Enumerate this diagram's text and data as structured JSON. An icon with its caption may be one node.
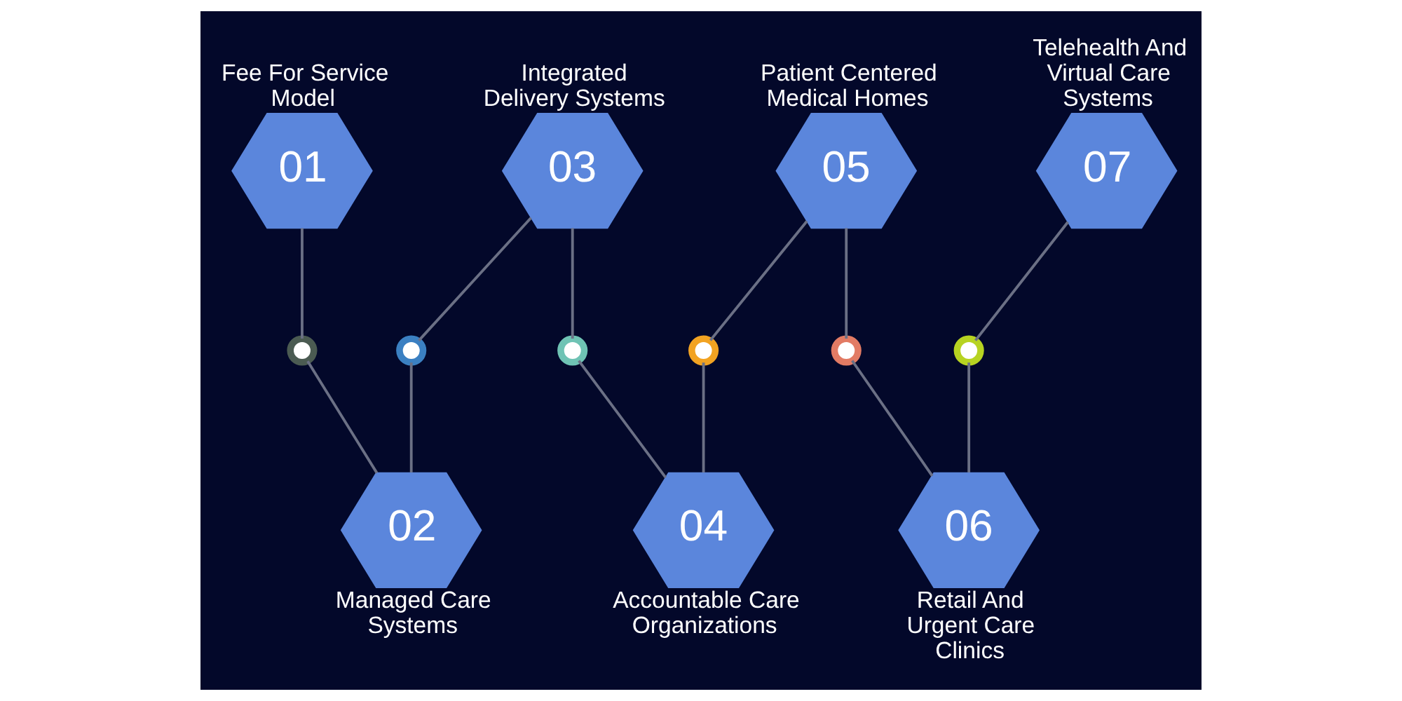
{
  "diagram": {
    "nodes": [
      {
        "text": [
          "01"
        ],
        "beside": [
          "Fee For Service Model"
        ]
      },
      {
        "text": [],
        "shape": "circle"
      },
      {
        "text": [
          "02"
        ],
        "beside": [
          "Managed Care Systems"
        ]
      },
      {
        "text": [],
        "shape": "circle"
      },
      {
        "text": [
          "03"
        ],
        "beside": [
          "Integrated Delivery Systems"
        ]
      },
      {
        "text": [],
        "shape": "circle"
      },
      {
        "text": [
          "04"
        ],
        "beside": [
          "Accountable Care Organizations"
        ]
      },
      {
        "text": [],
        "shape": "circle"
      },
      {
        "text": [
          "05"
        ],
        "beside": [
          "Patient Centered Medical Homes"
        ]
      },
      {
        "text": [],
        "shape": "circle"
      },
      {
        "text": [
          "06"
        ],
        "beside": [
          "Retail And Urgent Care Clinics"
        ]
      },
      {
        "text": [],
        "shape": "circle"
      },
      {
        "text": [
          "07"
        ],
        "beside": [
          "Telehealth And Virtual Care Systems"
        ]
      }
    ],
    "edges": [
      {
        "from": 0,
        "to": 1,
        "arrow": "none"
      },
      {
        "from": 1,
        "to": 2,
        "arrow": "none"
      },
      {
        "from": 2,
        "to": 3,
        "arrow": "none"
      },
      {
        "from": 3,
        "to": 4,
        "arrow": "none"
      },
      {
        "from": 4,
        "to": 5,
        "arrow": "none"
      },
      {
        "from": 5,
        "to": 6,
        "arrow": "none"
      },
      {
        "from": 6,
        "to": 7,
        "arrow": "none"
      },
      {
        "from": 7,
        "to": 8,
        "arrow": "none"
      },
      {
        "from": 8,
        "to": 9,
        "arrow": "none"
      },
      {
        "from": 9,
        "to": 10,
        "arrow": "none"
      },
      {
        "from": 10,
        "to": 11,
        "arrow": "none"
      },
      {
        "from": 11,
        "to": 12,
        "arrow": "none"
      }
    ]
  }
}
